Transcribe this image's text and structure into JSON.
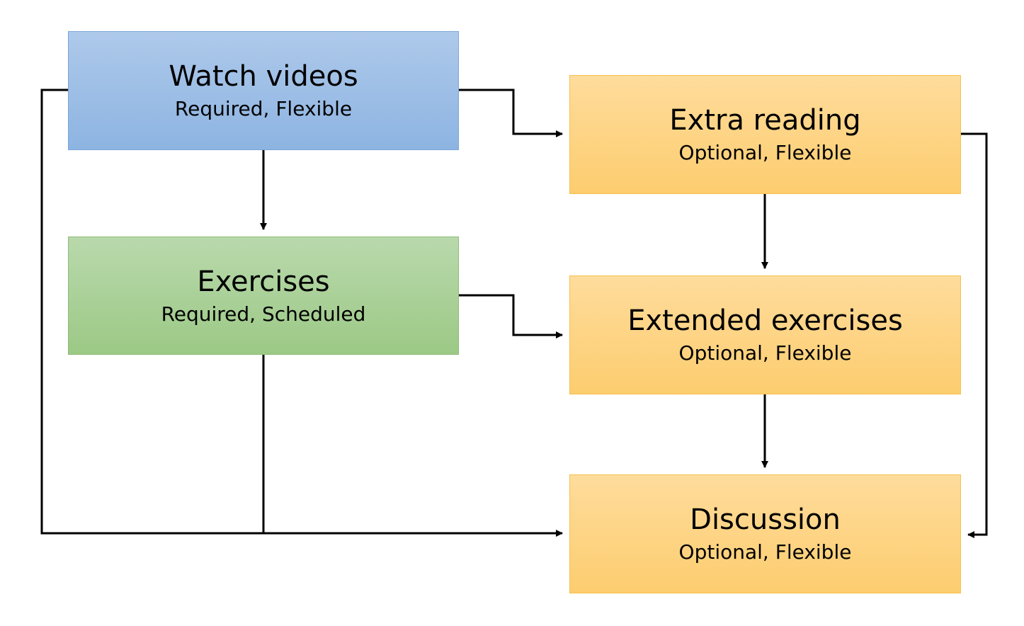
{
  "nodes": {
    "watch_videos": {
      "title": "Watch videos",
      "subtitle": "Required, Flexible",
      "fill": "#9dbfe6"
    },
    "exercises": {
      "title": "Exercises",
      "subtitle": "Required, Scheduled",
      "fill": "#aad19a"
    },
    "extra_reading": {
      "title": "Extra reading",
      "subtitle": "Optional, Flexible",
      "fill": "#fdd586"
    },
    "extended_exercises": {
      "title": "Extended exercises",
      "subtitle": "Optional, Flexible",
      "fill": "#fdd586"
    },
    "discussion": {
      "title": "Discussion",
      "subtitle": "Optional, Flexible",
      "fill": "#fdd586"
    }
  },
  "edges": [
    {
      "from": "watch_videos",
      "to": "exercises"
    },
    {
      "from": "watch_videos",
      "to": "extra_reading"
    },
    {
      "from": "watch_videos",
      "to": "discussion"
    },
    {
      "from": "exercises",
      "to": "extended_exercises"
    },
    {
      "from": "exercises",
      "to": "discussion"
    },
    {
      "from": "extra_reading",
      "to": "extended_exercises"
    },
    {
      "from": "extra_reading",
      "to": "discussion"
    },
    {
      "from": "extended_exercises",
      "to": "discussion"
    }
  ],
  "colors": {
    "connector": "#000000"
  }
}
